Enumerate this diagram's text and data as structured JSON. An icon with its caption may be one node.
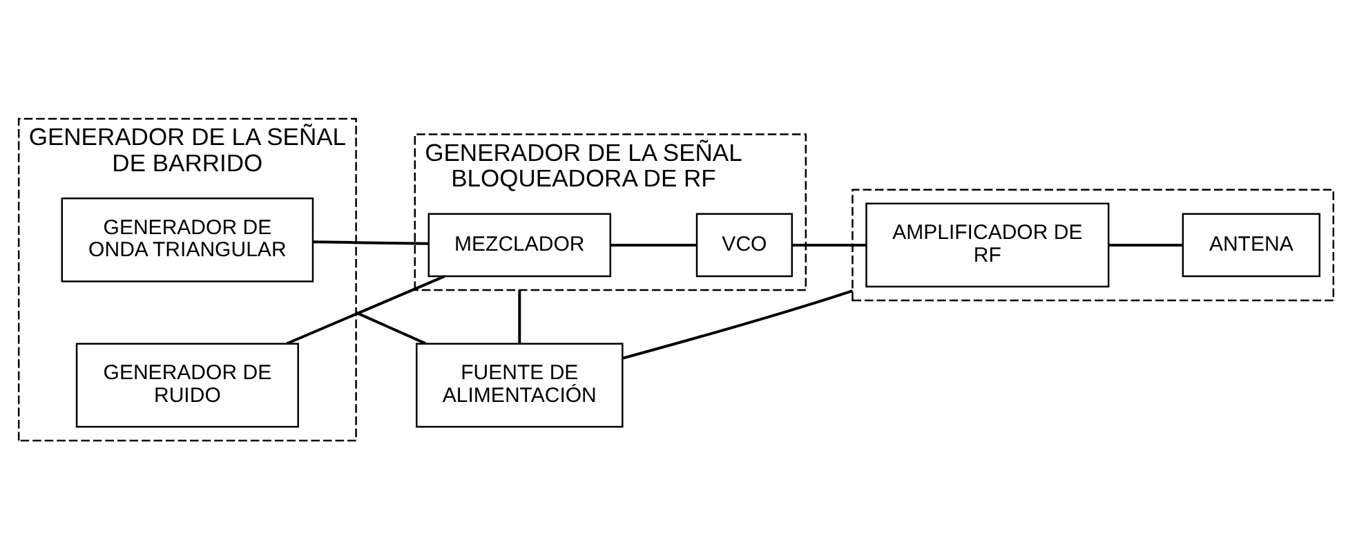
{
  "diagram": {
    "nodes": [
      {
        "text": [
          "GENERADOR DE LA SEÑAL DE BARRIDO"
        ]
      },
      {
        "text": [
          "GENERADOR DE ONDA TRIANGULAR"
        ],
        "in": 0
      },
      {
        "text": [
          "GENERADOR DE RUIDO"
        ],
        "in": 0
      },
      {
        "text": [
          "GENERADOR DE LA SEÑAL BLOQUEADORA DE RF"
        ]
      },
      {
        "text": [
          "MEZCLADOR"
        ],
        "in": 3
      },
      {
        "text": [
          "VCO"
        ],
        "in": 3
      },
      {
        "text": [],
        "shape": "box"
      },
      {
        "text": [
          "AMPLIFICADOR DE RF"
        ],
        "in": 6
      },
      {
        "text": [
          "ANTENA"
        ],
        "in": 6
      },
      {
        "text": [
          "FUENTE DE ALIMENTACIÓN"
        ]
      }
    ],
    "edges": [
      {
        "from": 1,
        "to": 4,
        "arrow": "none"
      },
      {
        "from": 2,
        "to": 4,
        "arrow": "none"
      },
      {
        "from": 4,
        "to": 5,
        "arrow": "none"
      },
      {
        "from": 5,
        "to": 7,
        "arrow": "none"
      },
      {
        "from": 7,
        "to": 8,
        "arrow": "none"
      },
      {
        "from": 9,
        "to": 3,
        "arrow": "none"
      },
      {
        "from": 9,
        "to": 0,
        "arrow": "none"
      },
      {
        "from": 9,
        "to": 6,
        "arrow": "none"
      }
    ]
  }
}
